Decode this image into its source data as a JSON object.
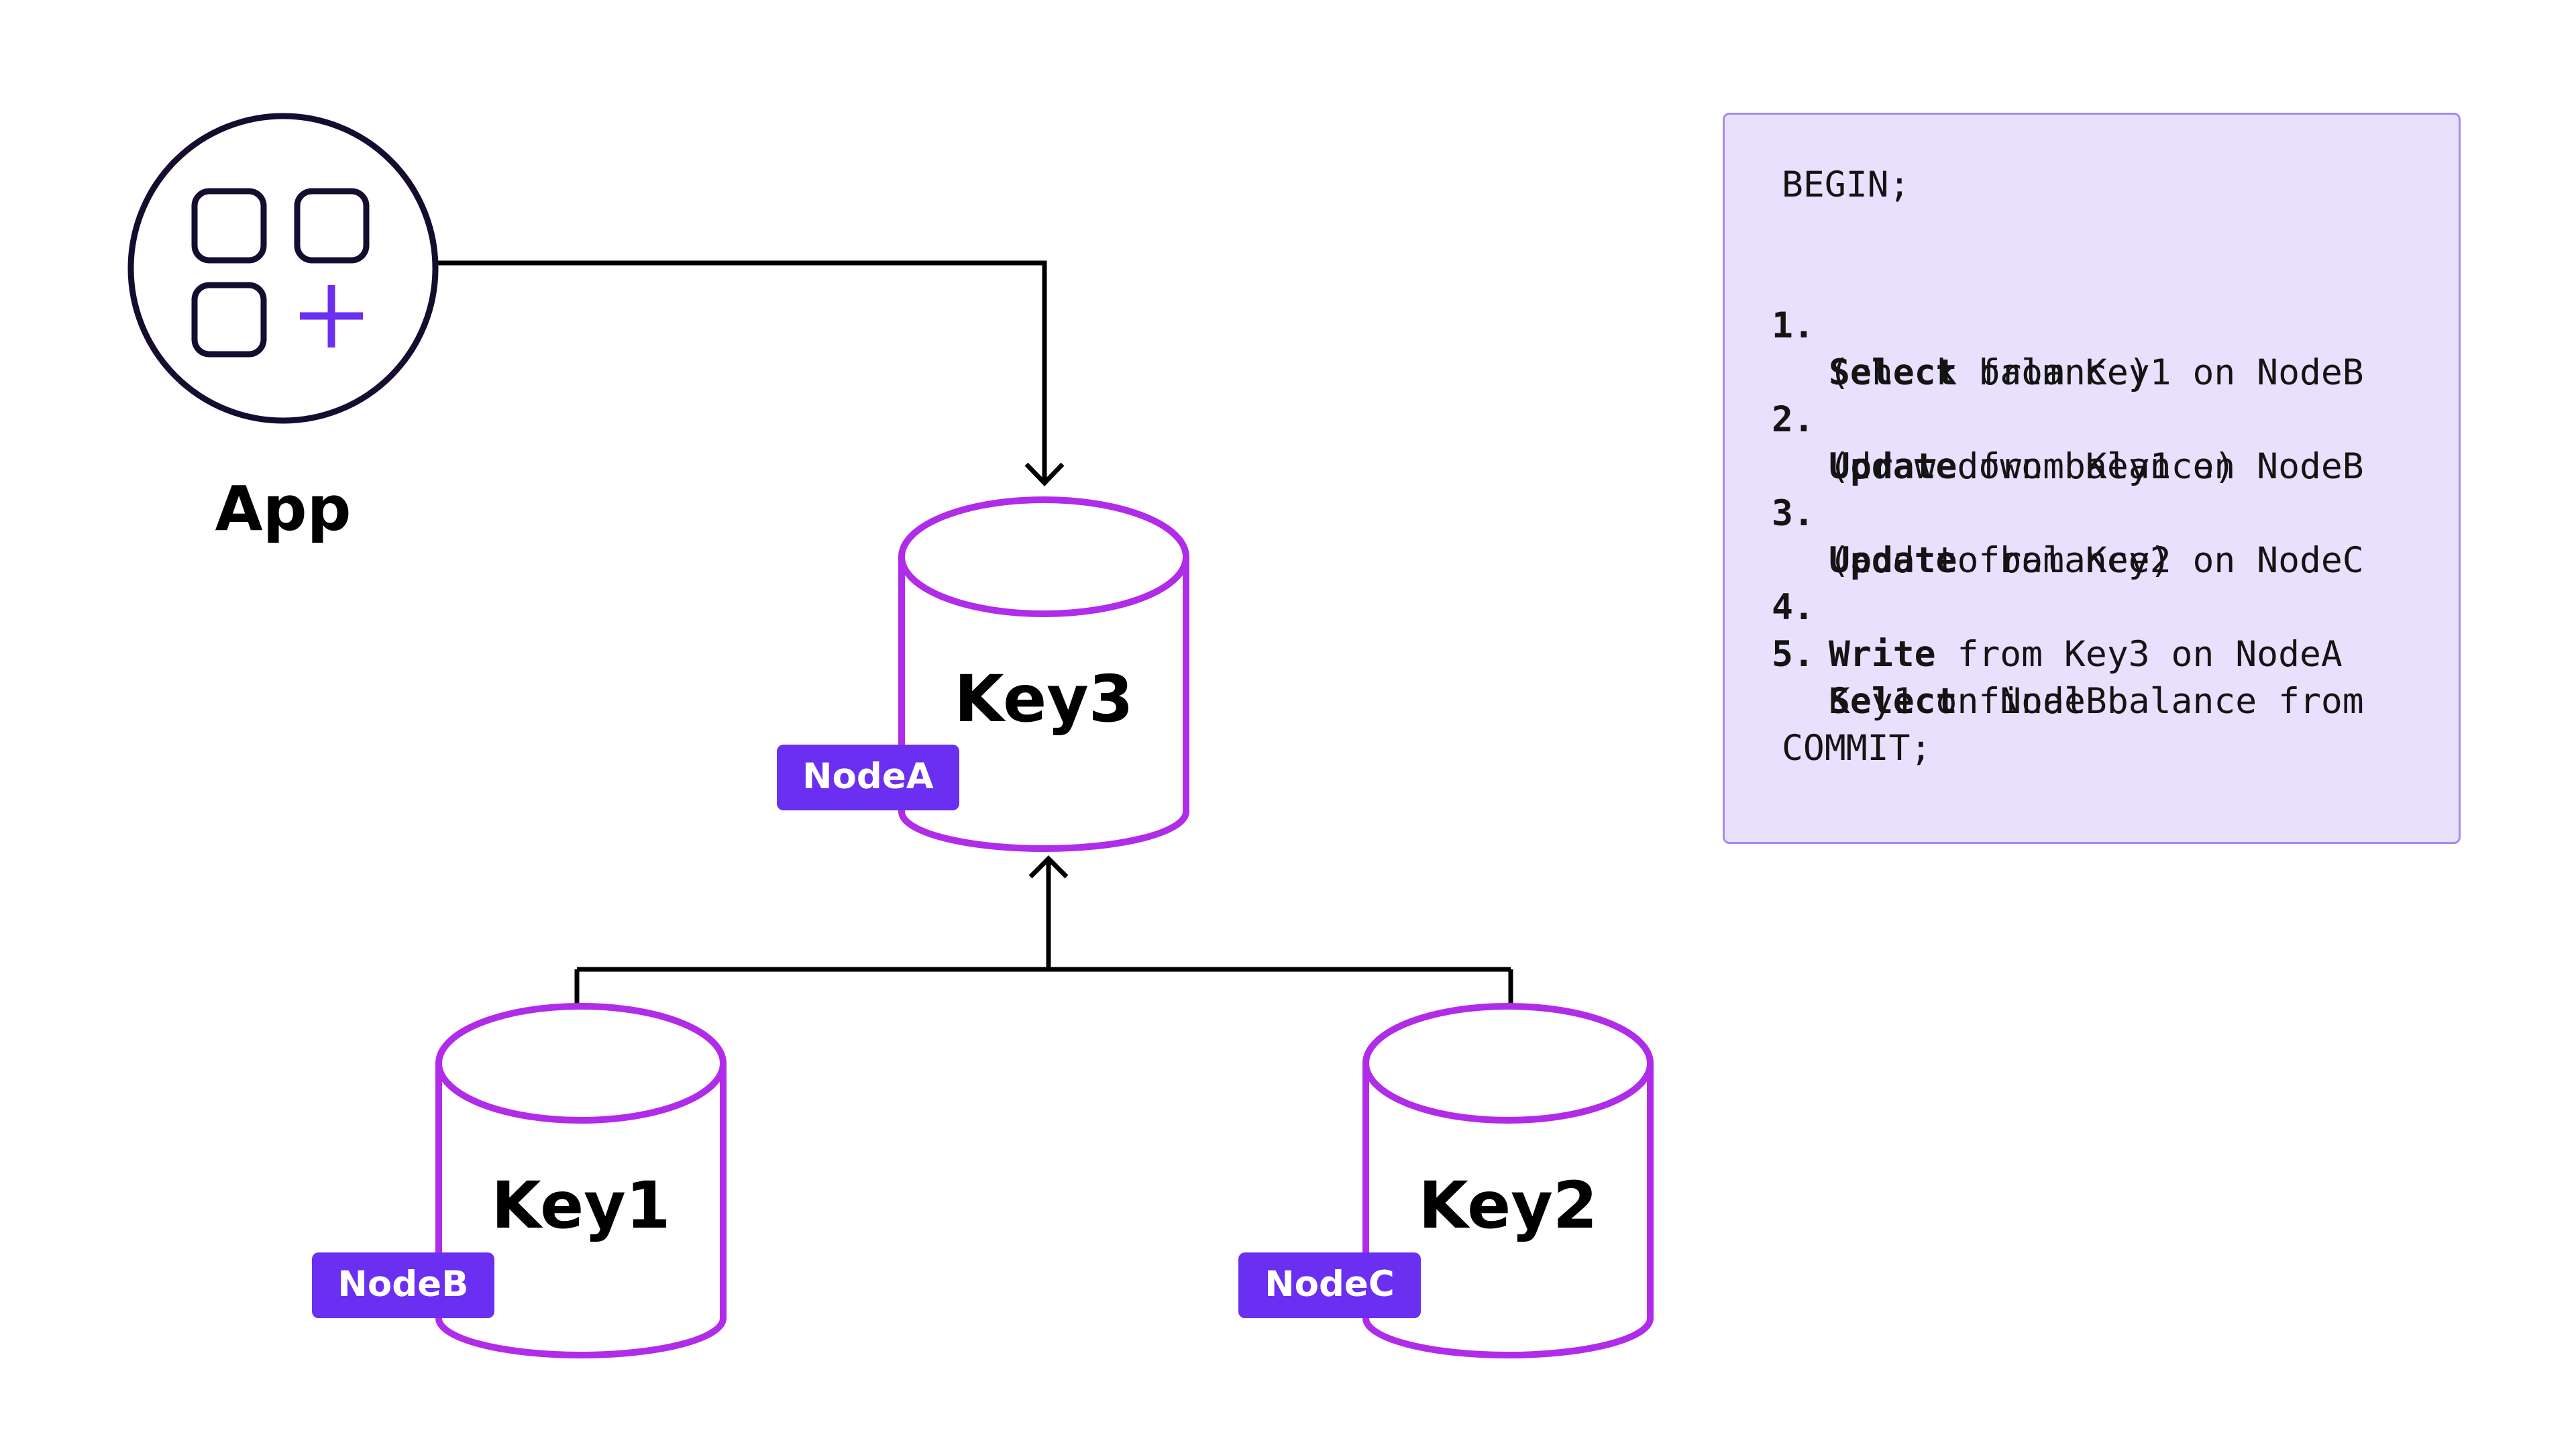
{
  "colors": {
    "db_stroke": "#b02ce8",
    "badge_fill": "#6a2ff0",
    "app_stroke": "#160c30",
    "app_accent": "#6a2ff0",
    "arrow": "#000000",
    "panel_bg": "#e8e0fc",
    "panel_border": "#a48cf0"
  },
  "app": {
    "label": "App",
    "icon": "app-grid-plus-icon"
  },
  "databases": {
    "key3": {
      "label": "Key3",
      "node": "NodeA"
    },
    "key1": {
      "label": "Key1",
      "node": "NodeB"
    },
    "key2": {
      "label": "Key2",
      "node": "NodeC"
    }
  },
  "transaction": {
    "begin": "BEGIN;",
    "steps": [
      {
        "number": "1.",
        "keyword": "Select",
        "text": " from Key1 on NodeB",
        "detail": "(check balance)"
      },
      {
        "number": "2.",
        "keyword": "Update",
        "text": " from Key1 on NodeB",
        "detail": "(draw down balance)"
      },
      {
        "number": "3.",
        "keyword": "Update",
        "text": " from Key2 on NodeC",
        "detail": "(add to balance)"
      },
      {
        "number": "4.",
        "keyword": "Write",
        "text": " from Key3 on NodeA",
        "detail": ""
      },
      {
        "number": "5.",
        "keyword": "Select",
        "text": " final balance from",
        "detail": "Key1 on NodeB"
      }
    ],
    "commit": "COMMIT;"
  }
}
